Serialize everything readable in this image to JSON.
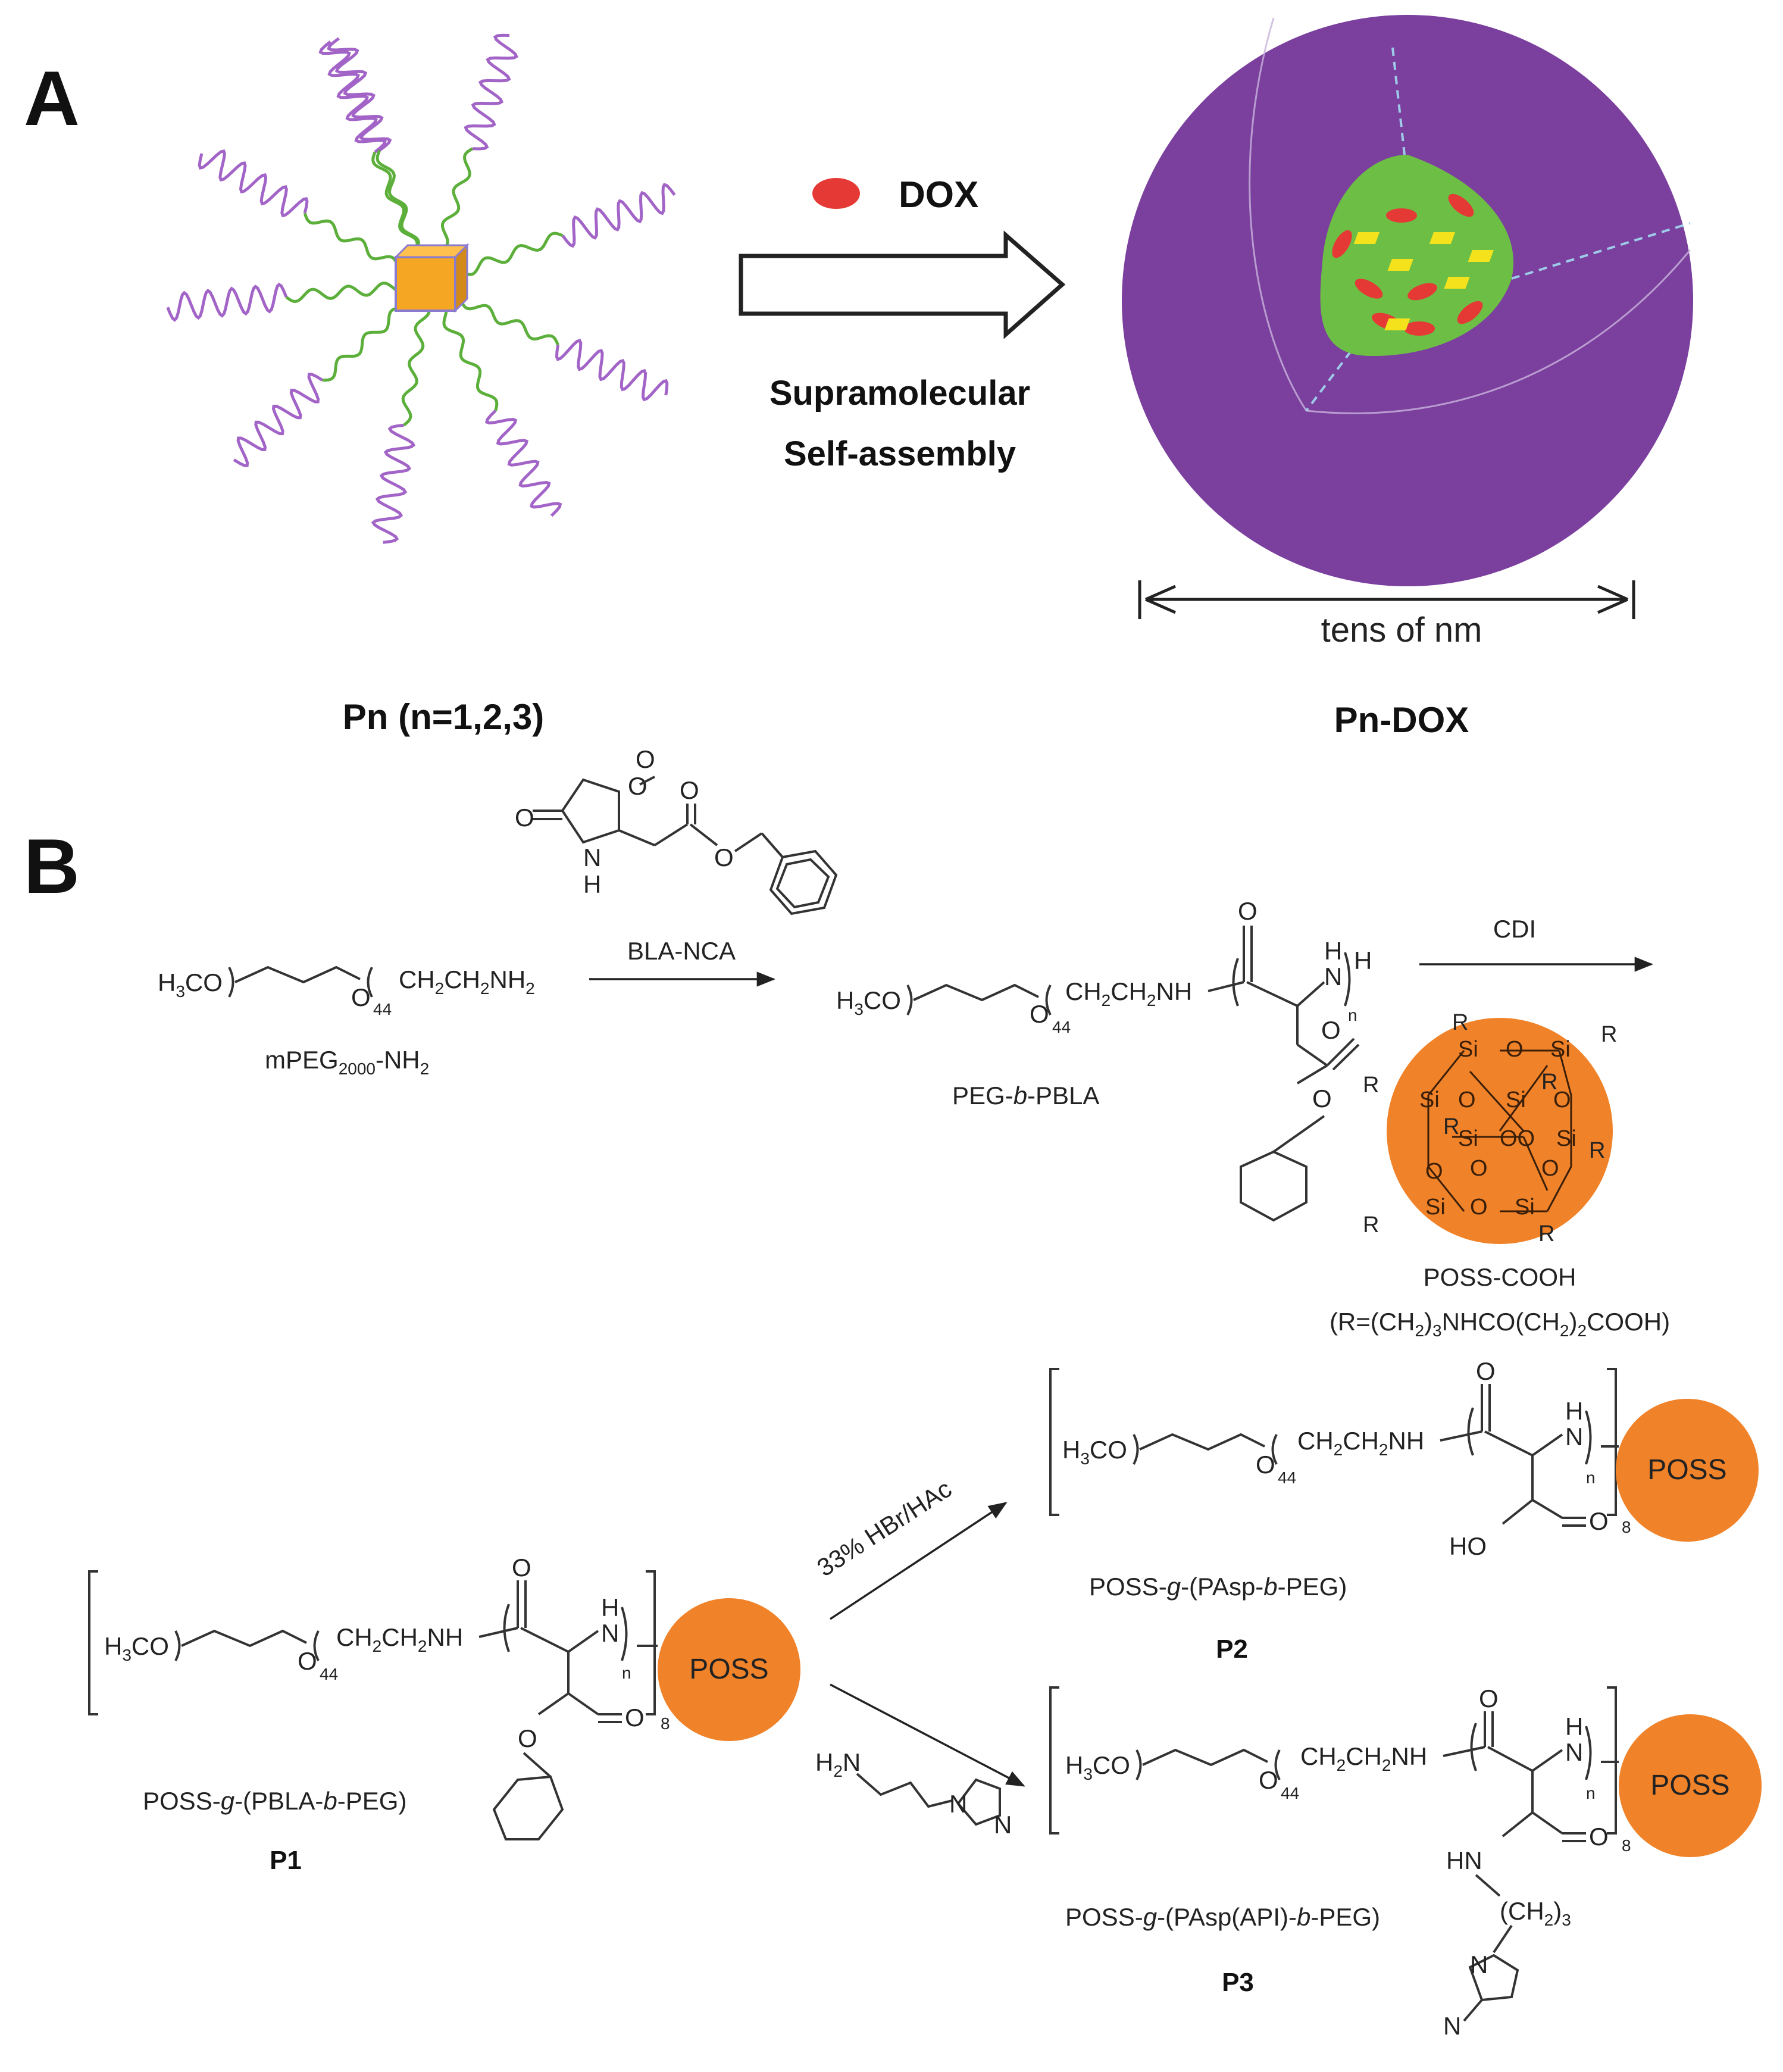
{
  "panels": {
    "a": "A",
    "b": "B"
  },
  "panel_a": {
    "dox_legend": "DOX",
    "arrow_label_line1": "Supramolecular",
    "arrow_label_line2": "Self-assembly",
    "scale_label": "tens of nm",
    "left_caption": "Pn (n=1,2,3)",
    "right_caption": "Pn-DOX"
  },
  "panel_b": {
    "reagent_bla_nca": "BLA-NCA",
    "reagent_cdi": "CDI",
    "reagent_hbr": "33% HBr/HAc",
    "mpeg_label": "mPEG2000-NH2",
    "peg_pbla_label": "PEG-b-PBLA",
    "poss_cooh_label": "POSS-COOH",
    "poss_cooh_r": "(R=(CH2)3NHCO(CH2)2COOH)",
    "poss_core_text": "POSS",
    "p1_name": "POSS-g-(PBLA-b-PEG)",
    "p1_label": "P1",
    "p2_name": "POSS-g-(PAsp-b-PEG)",
    "p2_label": "P2",
    "p3_name": "POSS-g-(PAsp(API)-b-PEG)",
    "p3_label": "P3",
    "repeat_44": "44",
    "repeat_n": "n",
    "repeat_8": "8"
  },
  "colors": {
    "purple": "#7B3F9E",
    "green_chain": "#5BAF3A",
    "cube": "#F5A623",
    "micelle_core": "#6DBE45",
    "dox_red": "#E53935",
    "drug_yellow": "#F4E21C",
    "poss_orange": "#F0832A"
  }
}
